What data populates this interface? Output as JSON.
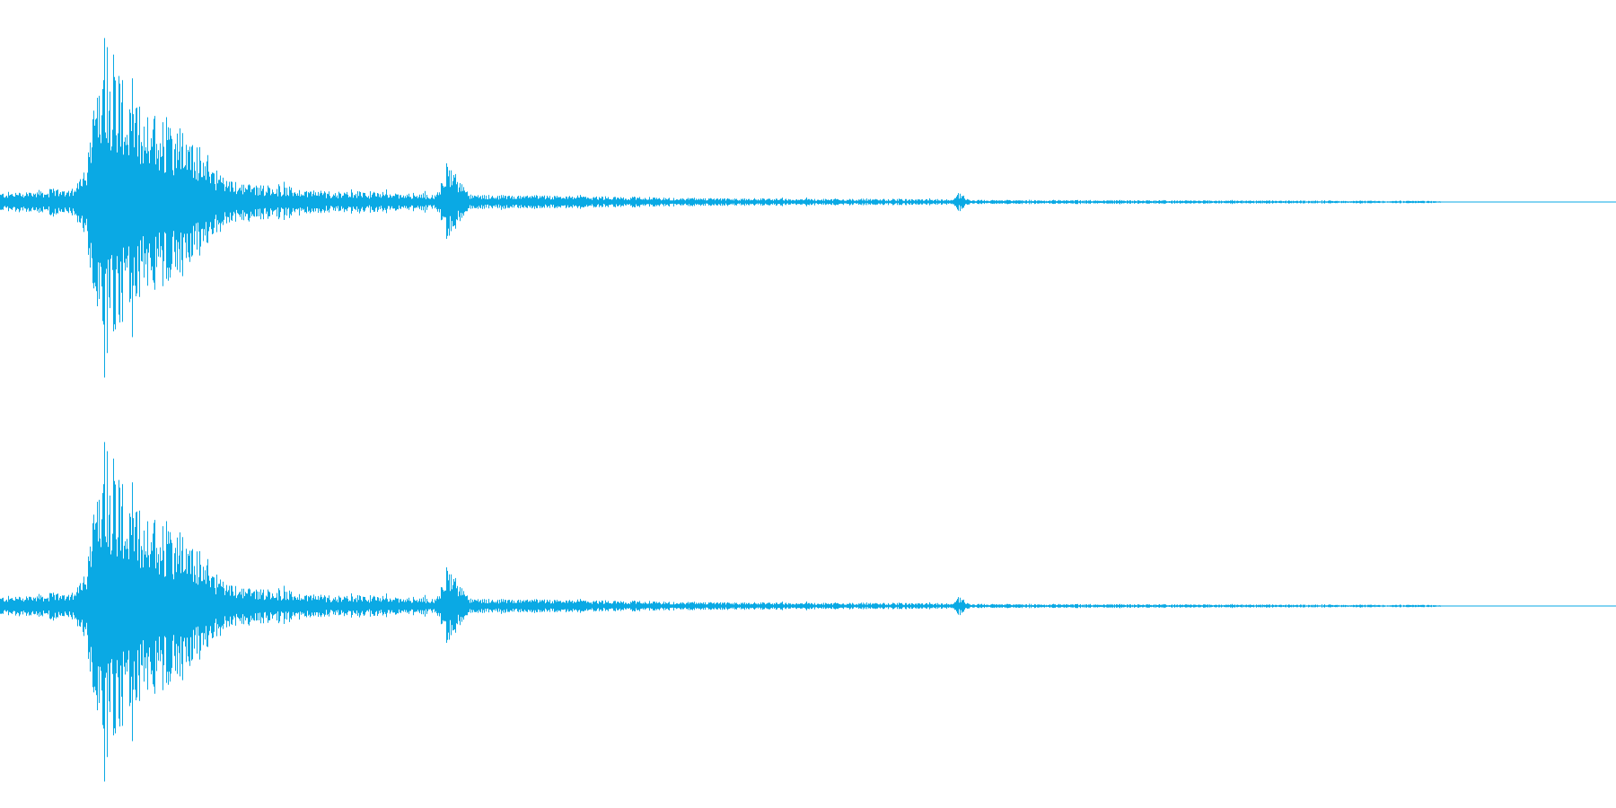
{
  "waveform": {
    "color": "#0aa9e4",
    "background": "#ffffff",
    "channels": [
      {
        "envelope_events": [
          {
            "t": 0.0,
            "amp": 0.05
          },
          {
            "t": 0.046,
            "amp": 0.08
          },
          {
            "t": 0.055,
            "amp": 0.3
          },
          {
            "t": 0.063,
            "amp": 1.0
          },
          {
            "t": 0.08,
            "amp": 0.55
          },
          {
            "t": 0.11,
            "amp": 0.42
          },
          {
            "t": 0.14,
            "amp": 0.12
          },
          {
            "t": 0.2,
            "amp": 0.06
          },
          {
            "t": 0.27,
            "amp": 0.045
          },
          {
            "t": 0.276,
            "amp": 0.22
          },
          {
            "t": 0.29,
            "amp": 0.04
          },
          {
            "t": 0.45,
            "amp": 0.02
          },
          {
            "t": 0.59,
            "amp": 0.015
          },
          {
            "t": 0.592,
            "amp": 0.06
          },
          {
            "t": 0.6,
            "amp": 0.012
          },
          {
            "t": 0.885,
            "amp": 0.006
          },
          {
            "t": 0.9,
            "amp": 0.0
          },
          {
            "t": 1.0,
            "amp": 0.0
          }
        ]
      },
      {
        "envelope_events": [
          {
            "t": 0.0,
            "amp": 0.05
          },
          {
            "t": 0.046,
            "amp": 0.08
          },
          {
            "t": 0.055,
            "amp": 0.3
          },
          {
            "t": 0.063,
            "amp": 1.0
          },
          {
            "t": 0.08,
            "amp": 0.55
          },
          {
            "t": 0.11,
            "amp": 0.42
          },
          {
            "t": 0.14,
            "amp": 0.12
          },
          {
            "t": 0.2,
            "amp": 0.06
          },
          {
            "t": 0.27,
            "amp": 0.045
          },
          {
            "t": 0.276,
            "amp": 0.22
          },
          {
            "t": 0.29,
            "amp": 0.04
          },
          {
            "t": 0.45,
            "amp": 0.02
          },
          {
            "t": 0.59,
            "amp": 0.015
          },
          {
            "t": 0.592,
            "amp": 0.06
          },
          {
            "t": 0.6,
            "amp": 0.012
          },
          {
            "t": 0.885,
            "amp": 0.006
          },
          {
            "t": 0.9,
            "amp": 0.0
          },
          {
            "t": 1.0,
            "amp": 0.0
          }
        ]
      }
    ]
  }
}
